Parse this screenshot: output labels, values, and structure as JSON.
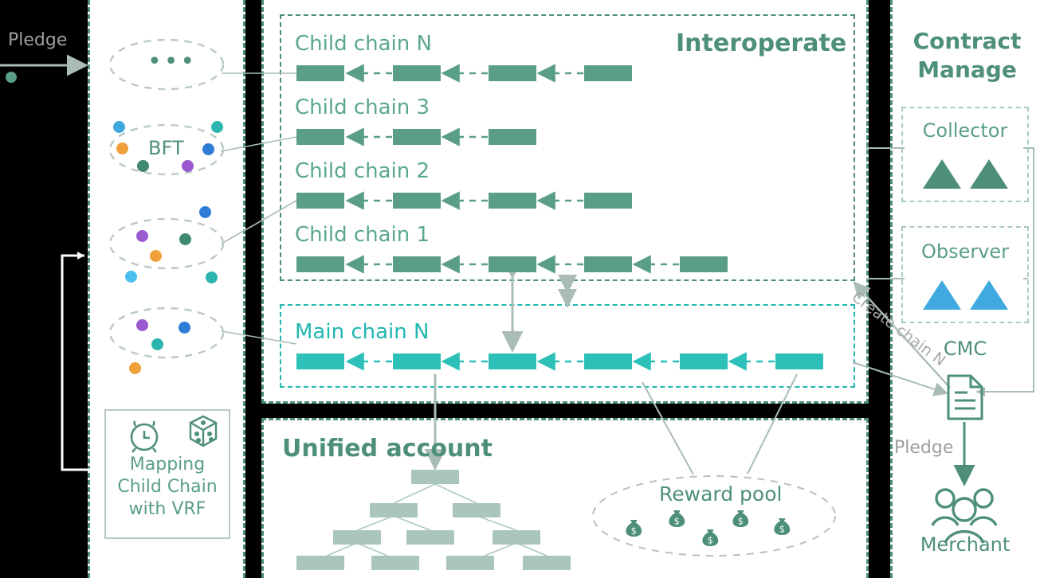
{
  "meta": {
    "title": "Blockchain multi-chain architecture diagram",
    "colors": {
      "green": "#4e8f7c",
      "green_light": "#5a9e87",
      "teal": "#21b7b0",
      "teal_block": "#2cc0b8",
      "gray": "#9e9e9e",
      "gray_line": "#a9bdb4",
      "blue": "#3fa9e0",
      "merkle": "#aac6bb"
    }
  },
  "left_outside": {
    "pledge_label": "Pledge",
    "pledge_arrow": "arrow-right"
  },
  "left_panel": {
    "clusters": [
      {
        "label": "•••",
        "name": "cluster-ellipsis"
      },
      {
        "label": "BFT",
        "name": "cluster-bft"
      },
      {
        "label": "",
        "name": "cluster-3"
      },
      {
        "label": "",
        "name": "cluster-4"
      }
    ],
    "vrf_box": {
      "icons": [
        "alarm-clock-icon",
        "dice-icon"
      ],
      "lines": [
        "Mapping",
        "Child Chain",
        "with VRF"
      ]
    }
  },
  "center_panel": {
    "header": "Interoperate",
    "child_group_label": "child-chains-group",
    "chains": [
      {
        "title": "Child chain N",
        "blocks": 4,
        "widths": [
          60,
          60,
          60,
          60
        ],
        "gaps": 62
      },
      {
        "title": "Child chain 3",
        "blocks": 3,
        "widths": [
          60,
          60,
          60
        ],
        "gaps": 62
      },
      {
        "title": "Child chain 2",
        "blocks": 4,
        "widths": [
          60,
          60,
          60,
          60
        ],
        "gaps": 62
      },
      {
        "title": "Child chain 1",
        "blocks": 5,
        "widths": [
          60,
          60,
          60,
          60,
          60
        ],
        "gaps": 62
      }
    ],
    "main_chain": {
      "title": "Main chain N",
      "blocks": 6,
      "widths": [
        60,
        60,
        60,
        60,
        60,
        60
      ]
    },
    "link_arrow_style": "dashed-left-arrow"
  },
  "bottom_panel": {
    "header": "Unified account",
    "merkle_levels": [
      1,
      2,
      3,
      4
    ],
    "reward_pool": {
      "label": "Reward pool",
      "bag_count": 5,
      "bag_icon": "money-bag-icon"
    }
  },
  "right_panel": {
    "header_line1": "Contract",
    "header_line2": "Manage",
    "collector": {
      "label": "Collector",
      "icon": "triangle-icon",
      "icon_count": 2,
      "color": "#4e8f7c"
    },
    "observer": {
      "label": "Observer",
      "icon": "triangle-icon",
      "icon_count": 2,
      "color": "#3fa9e0"
    },
    "cmc": {
      "label": "CMC",
      "icon": "document-icon"
    },
    "pledge_label": "Pledge",
    "merchant": {
      "label": "Merchant",
      "icon": "people-group-icon"
    }
  },
  "annotations": {
    "create_chain_n": "Create chain N"
  }
}
